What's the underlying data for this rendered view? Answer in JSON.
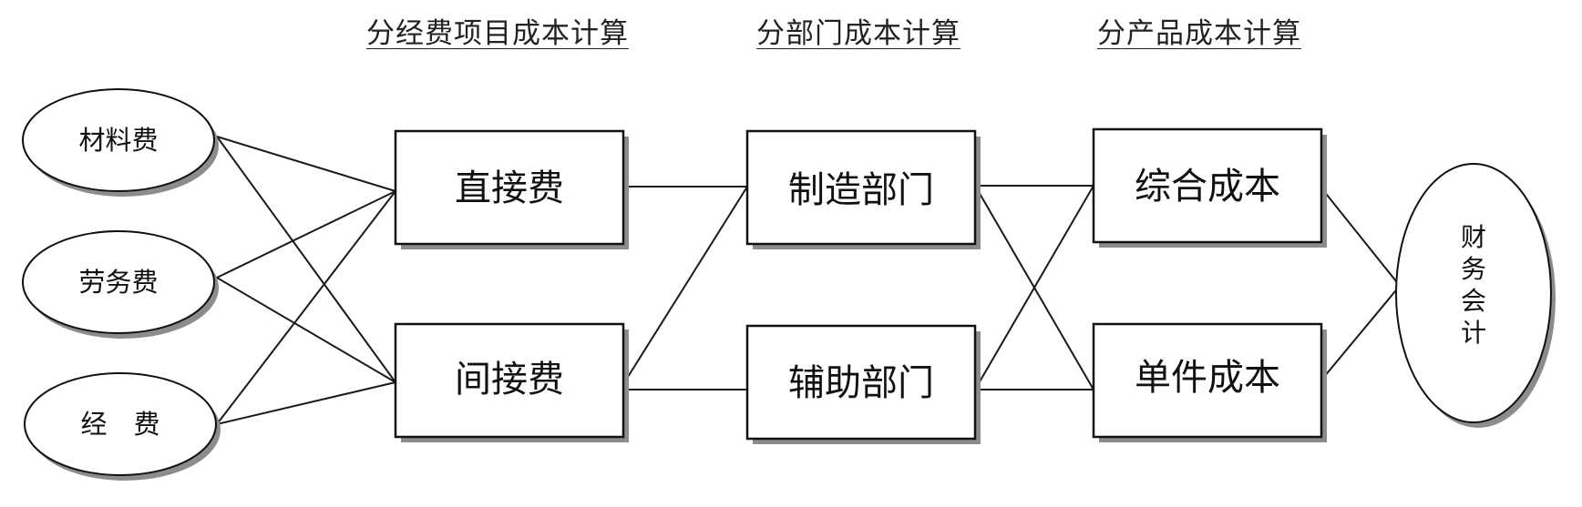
{
  "headings": {
    "expense_items": "分经费项目成本计算",
    "departments": "分部门成本计算",
    "products": "分产品成本计算"
  },
  "sources": {
    "materials": "材料费",
    "labor": "劳务费",
    "expenses": "经　费"
  },
  "expense_types": {
    "direct": "直接费",
    "indirect": "间接费"
  },
  "departments": {
    "manufacturing": "制造部门",
    "auxiliary": "辅助部门"
  },
  "products": {
    "comprehensive": "综合成本",
    "unit": "单件成本"
  },
  "target": {
    "label": [
      "财",
      "务",
      "会",
      "计"
    ]
  }
}
